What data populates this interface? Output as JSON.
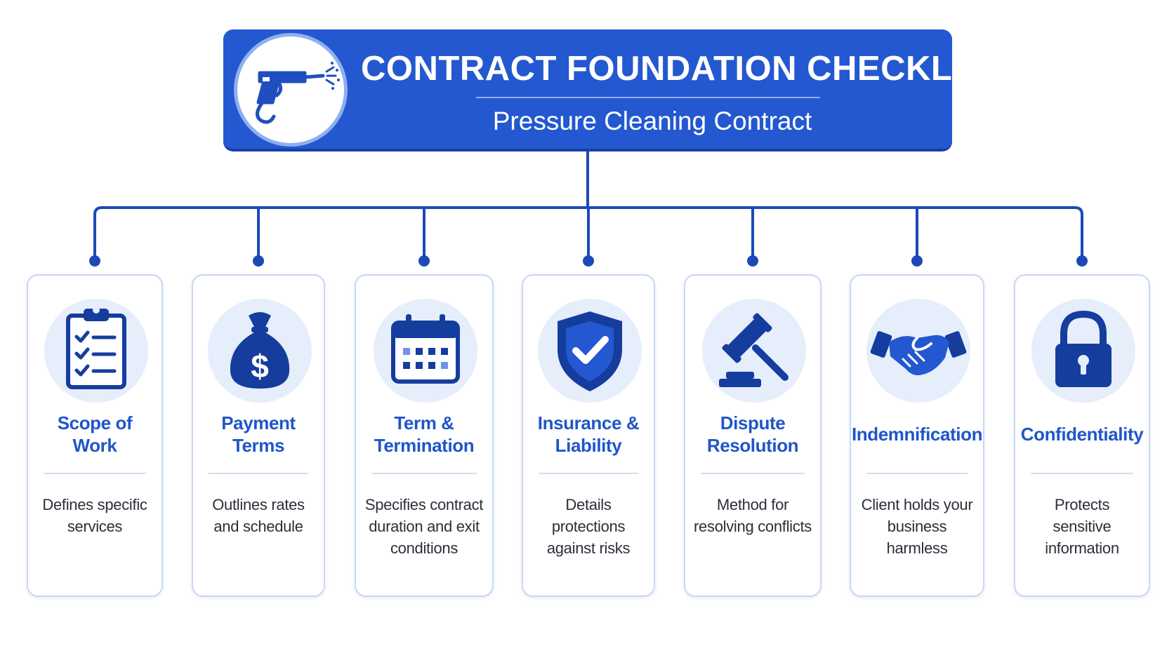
{
  "header": {
    "icon": "pressure-washer-icon",
    "title": "CONTRACT FOUNDATION CHECKLIST",
    "subtitle": "Pressure Cleaning Contract"
  },
  "colors": {
    "primary": "#2358d0",
    "connector": "#1d49b8",
    "card_border": "#c9d7f2",
    "icon_bg": "#e6edfb",
    "title_text": "#1f56c9",
    "body_text": "#2a2f3a"
  },
  "items": [
    {
      "id": "scope-of-work",
      "icon": "clipboard-checklist-icon",
      "title": "Scope of Work",
      "description": "Defines specific services"
    },
    {
      "id": "payment-terms",
      "icon": "money-bag-icon",
      "title": "Payment Terms",
      "description": "Outlines rates and schedule"
    },
    {
      "id": "term-termination",
      "icon": "calendar-icon",
      "title": "Term & Termination",
      "description": "Specifies contract duration and exit conditions"
    },
    {
      "id": "insurance-liability",
      "icon": "shield-check-icon",
      "title": "Insurance & Liability",
      "description": "Details protections against risks"
    },
    {
      "id": "dispute-resolution",
      "icon": "gavel-icon",
      "title": "Dispute Resolution",
      "description": "Method for resolving conflicts"
    },
    {
      "id": "indemnification",
      "icon": "handshake-icon",
      "title": "Indemnification",
      "description": "Client holds your business harmless"
    },
    {
      "id": "confidentiality",
      "icon": "padlock-icon",
      "title": "Confidentiality",
      "description": "Protects sensitive information"
    }
  ]
}
